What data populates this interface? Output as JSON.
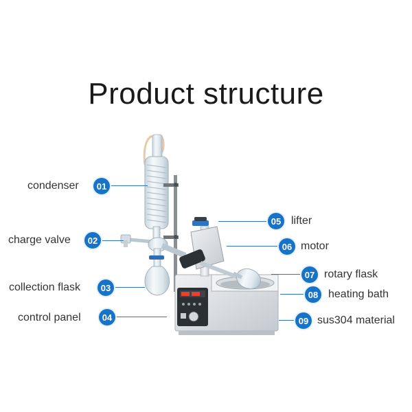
{
  "title": "Product structure",
  "accent_color": "#1673c8",
  "callouts": [
    {
      "num": "01",
      "label": "condenser"
    },
    {
      "num": "02",
      "label": "charge valve"
    },
    {
      "num": "03",
      "label": "collection flask"
    },
    {
      "num": "04",
      "label": "control panel"
    },
    {
      "num": "05",
      "label": "lifter"
    },
    {
      "num": "06",
      "label": "motor"
    },
    {
      "num": "07",
      "label": "rotary flask"
    },
    {
      "num": "08",
      "label": "heating bath"
    },
    {
      "num": "09",
      "label": "sus304 material"
    }
  ]
}
